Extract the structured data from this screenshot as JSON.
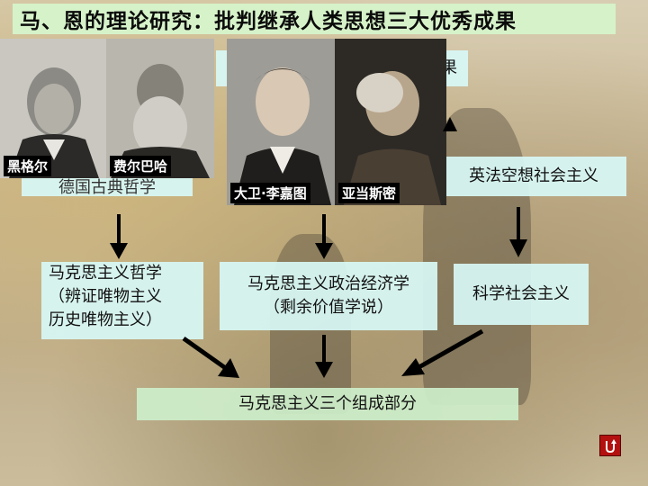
{
  "title": "马、恩的理论研究：批判继承人类思想三大优秀成果",
  "hidden_top_box_tail": "果",
  "hidden_german_box_fragment": "德国古典哲学",
  "portraits": {
    "hegel": "黑格尔",
    "feuerbach": "费尔巴哈",
    "ricardo": "大卫·李嘉图",
    "smith": "亚当斯密"
  },
  "sources": {
    "utopian_socialism": "英法空想社会主义"
  },
  "results": {
    "philosophy_line1": "马克思主义哲学",
    "philosophy_line2": "（辨证唯物主义",
    "philosophy_line3": "历史唯物主义）",
    "economics_line1": "马克思主义政治经济学",
    "economics_line2": "（剩余价值学说）",
    "socialism": "科学社会主义"
  },
  "summary": "马克思主义三个组成部分",
  "nav": {
    "icon": "return-icon"
  },
  "colors": {
    "box": "#d7f8f5",
    "title_bg": "#d6f2c9",
    "nav": "#b31010"
  }
}
